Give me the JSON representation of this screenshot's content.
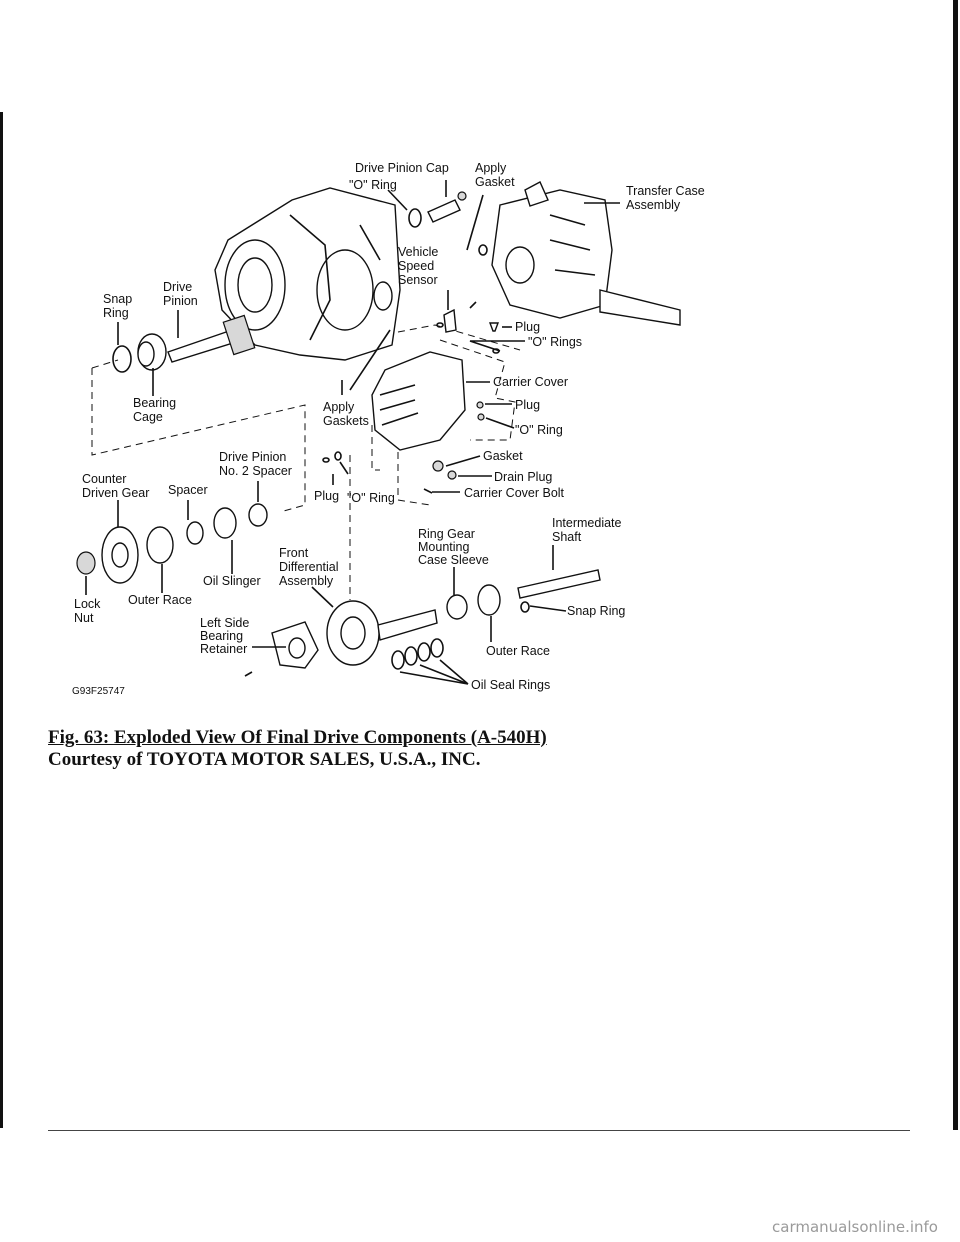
{
  "figure": {
    "code": "G93F25747",
    "labels": {
      "drive_pinion_cap": "Drive Pinion Cap",
      "o_ring_top": "\"O\" Ring",
      "apply_gasket": [
        "Apply",
        "Gasket"
      ],
      "transfer_case_assembly": [
        "Transfer Case",
        "Assembly"
      ],
      "vehicle_speed_sensor": [
        "Vehicle",
        "Speed",
        "Sensor"
      ],
      "snap_ring_left": [
        "Snap",
        "Ring"
      ],
      "drive_pinion": [
        "Drive",
        "Pinion"
      ],
      "plug_top": "Plug",
      "o_rings": "\"O\" Rings",
      "carrier_cover": "Carrier Cover",
      "plug_mid": "Plug",
      "o_ring_mid": "\"O\" Ring",
      "bearing_cage": [
        "Bearing",
        "Cage"
      ],
      "apply_gaskets": [
        "Apply",
        "Gaskets"
      ],
      "gasket": "Gasket",
      "drain_plug": "Drain Plug",
      "carrier_cover_bolt": "Carrier Cover Bolt",
      "drive_pinion_no2_spacer": [
        "Drive Pinion",
        "No. 2 Spacer"
      ],
      "counter_driven_gear": [
        "Counter",
        "Driven Gear"
      ],
      "spacer": "Spacer",
      "plug_low": "Plug",
      "o_ring_low": "\"O\" Ring",
      "intermediate_shaft": [
        "Intermediate",
        "Shaft"
      ],
      "ring_gear_mounting_case_sleeve": [
        "Ring Gear",
        "Mounting",
        "Case Sleeve"
      ],
      "front_differential_assembly": [
        "Front",
        "Differential",
        "Assembly"
      ],
      "oil_slinger": "Oil Slinger",
      "snap_ring_right": "Snap Ring",
      "lock_nut": [
        "Lock",
        "Nut"
      ],
      "outer_race_left": "Outer Race",
      "left_side_bearing_retainer": [
        "Left Side",
        "Bearing",
        "Retainer"
      ],
      "outer_race_right": "Outer Race",
      "oil_seal_rings": "Oil Seal Rings"
    }
  },
  "caption": {
    "title": "Fig. 63: Exploded View Of Final Drive Components (A-540H)",
    "credit": "Courtesy of TOYOTA MOTOR SALES, U.S.A., INC."
  },
  "watermark": "carmanualsonline.info"
}
